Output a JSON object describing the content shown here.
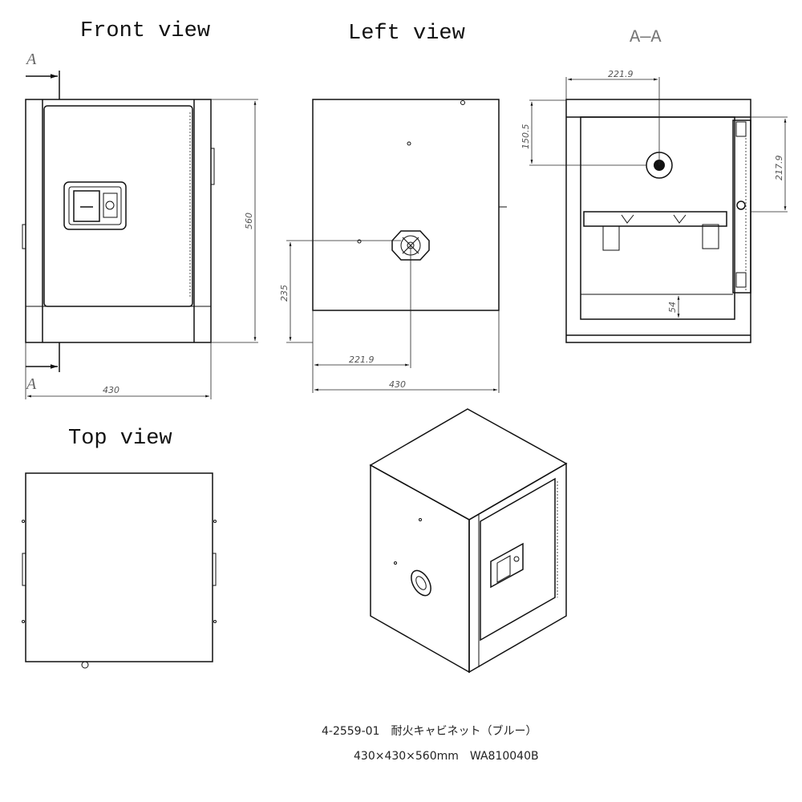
{
  "views": {
    "front": {
      "title": "Front view",
      "dim_height": "560",
      "dim_width": "430",
      "section_mark_top": "A",
      "section_mark_bottom": "A"
    },
    "left": {
      "title": "Left view",
      "dim_hole_height": "235",
      "dim_hole_offset": "221.9",
      "dim_width": "430"
    },
    "section": {
      "title": "A—A",
      "dim_offset": "221.9",
      "dim_top": "150.5",
      "dim_side": "217.9",
      "dim_bottom": "54"
    },
    "top": {
      "title": "Top view"
    }
  },
  "caption": {
    "line1": "4-2559-01　耐火キャビネット（ブルー）",
    "line2": "430×430×560mm　WA810040B"
  }
}
